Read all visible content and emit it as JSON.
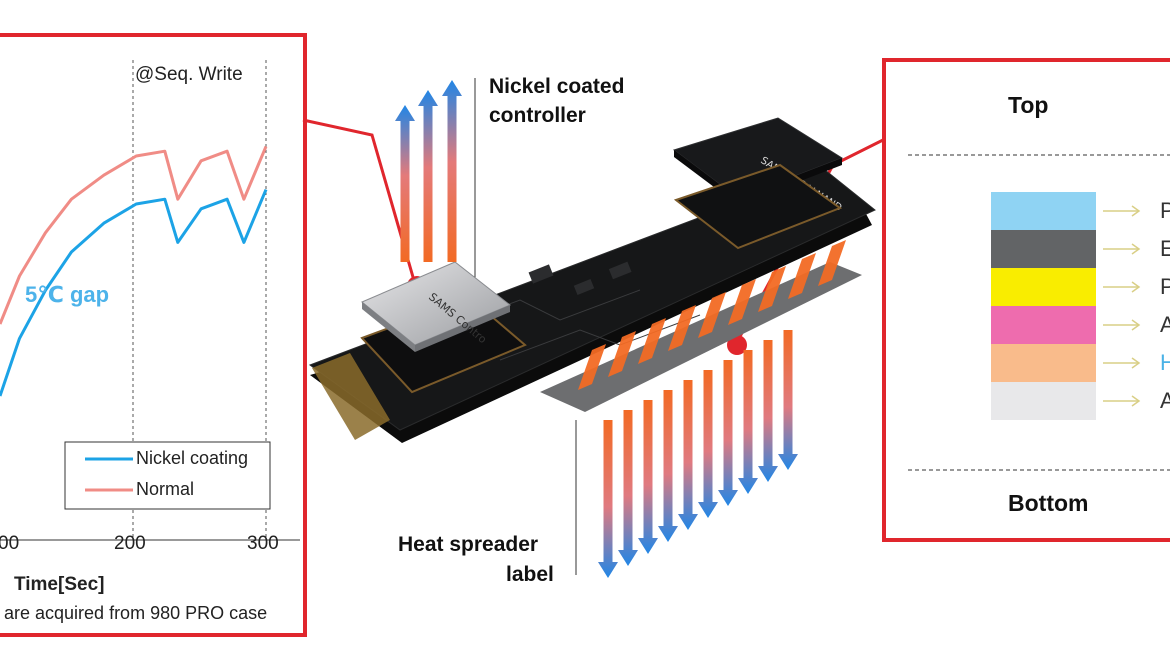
{
  "chart": {
    "condition_label": "@Seq. Write",
    "gap_annotation": "5℃ gap",
    "x_axis_label": "Time[Sec]",
    "footnote": "are acquired from 980 PRO case",
    "tick_labels": [
      "00",
      "200",
      "300"
    ]
  },
  "chart_data": {
    "type": "line",
    "xlabel": "Time[Sec]",
    "ylabel": "",
    "series": [
      {
        "name": "Nickel coating",
        "x": [
          95,
          110,
          130,
          150,
          175,
          200,
          222,
          232,
          250,
          270,
          283,
          300
        ],
        "y": [
          0.3,
          0.42,
          0.52,
          0.6,
          0.66,
          0.7,
          0.71,
          0.62,
          0.69,
          0.71,
          0.62,
          0.73
        ]
      },
      {
        "name": "Normal",
        "x": [
          95,
          110,
          130,
          150,
          175,
          200,
          222,
          232,
          250,
          270,
          283,
          300
        ],
        "y": [
          0.45,
          0.55,
          0.64,
          0.71,
          0.76,
          0.8,
          0.81,
          0.71,
          0.79,
          0.81,
          0.71,
          0.82
        ]
      }
    ],
    "legend_position": "bottom-right",
    "grid": false,
    "colors": {
      "Nickel coating": "#1ca3e6",
      "Normal": "#f08c86"
    }
  },
  "callouts": {
    "controller_line1": "Nickel coated",
    "controller_line2": "controller",
    "spreader_line1": "Heat spreader",
    "spreader_line2": "label"
  },
  "chip_marking": "SAMSUNG V-NAND",
  "controller_marking": "SAMS Contro",
  "layers": {
    "top": "Top",
    "bottom": "Bottom",
    "items": [
      {
        "label": "P",
        "color": "#8fd3f3",
        "highlight": false
      },
      {
        "label": "E",
        "color": "#626466",
        "highlight": false
      },
      {
        "label": "P",
        "color": "#f9ed00",
        "highlight": false
      },
      {
        "label": "A",
        "color": "#ee6cae",
        "highlight": false
      },
      {
        "label": "H",
        "color": "#f9bb8b",
        "highlight": true
      },
      {
        "label": "A",
        "color": "#e8e8ea",
        "highlight": false
      }
    ]
  },
  "colors": {
    "frame_red": "#e0262d",
    "arrow_blue": "#2186e6",
    "arrow_orange": "#f26a24",
    "highlight_blue": "#4ab2e6"
  }
}
